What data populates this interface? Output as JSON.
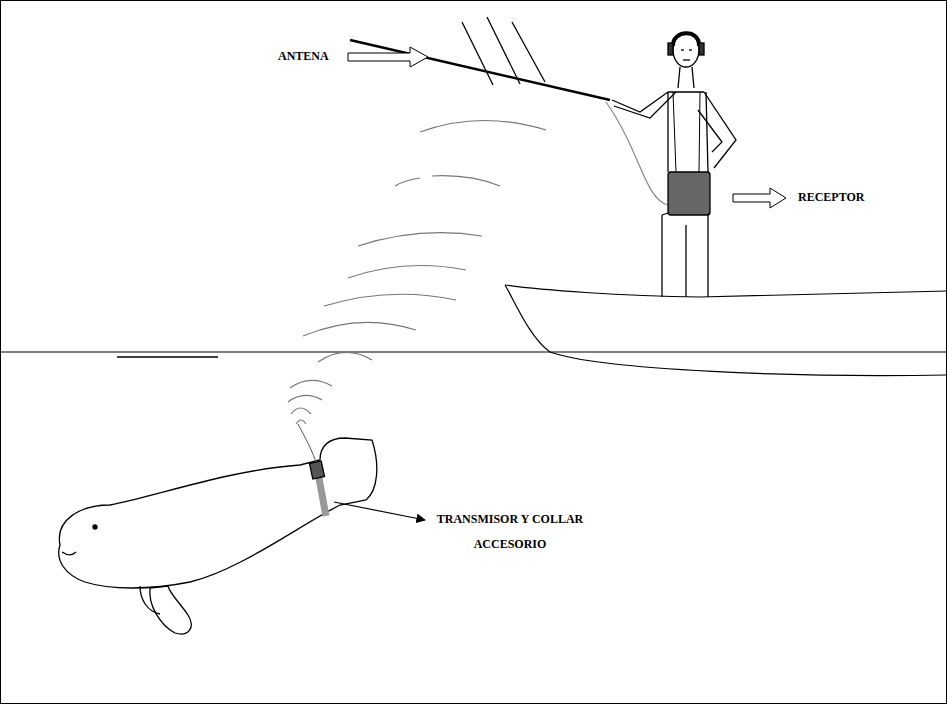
{
  "diagram": {
    "labels": [
      "ANTENA",
      "RECEPTOR",
      "TRANSMISOR Y COLLAR ACCESORIO"
    ]
  }
}
